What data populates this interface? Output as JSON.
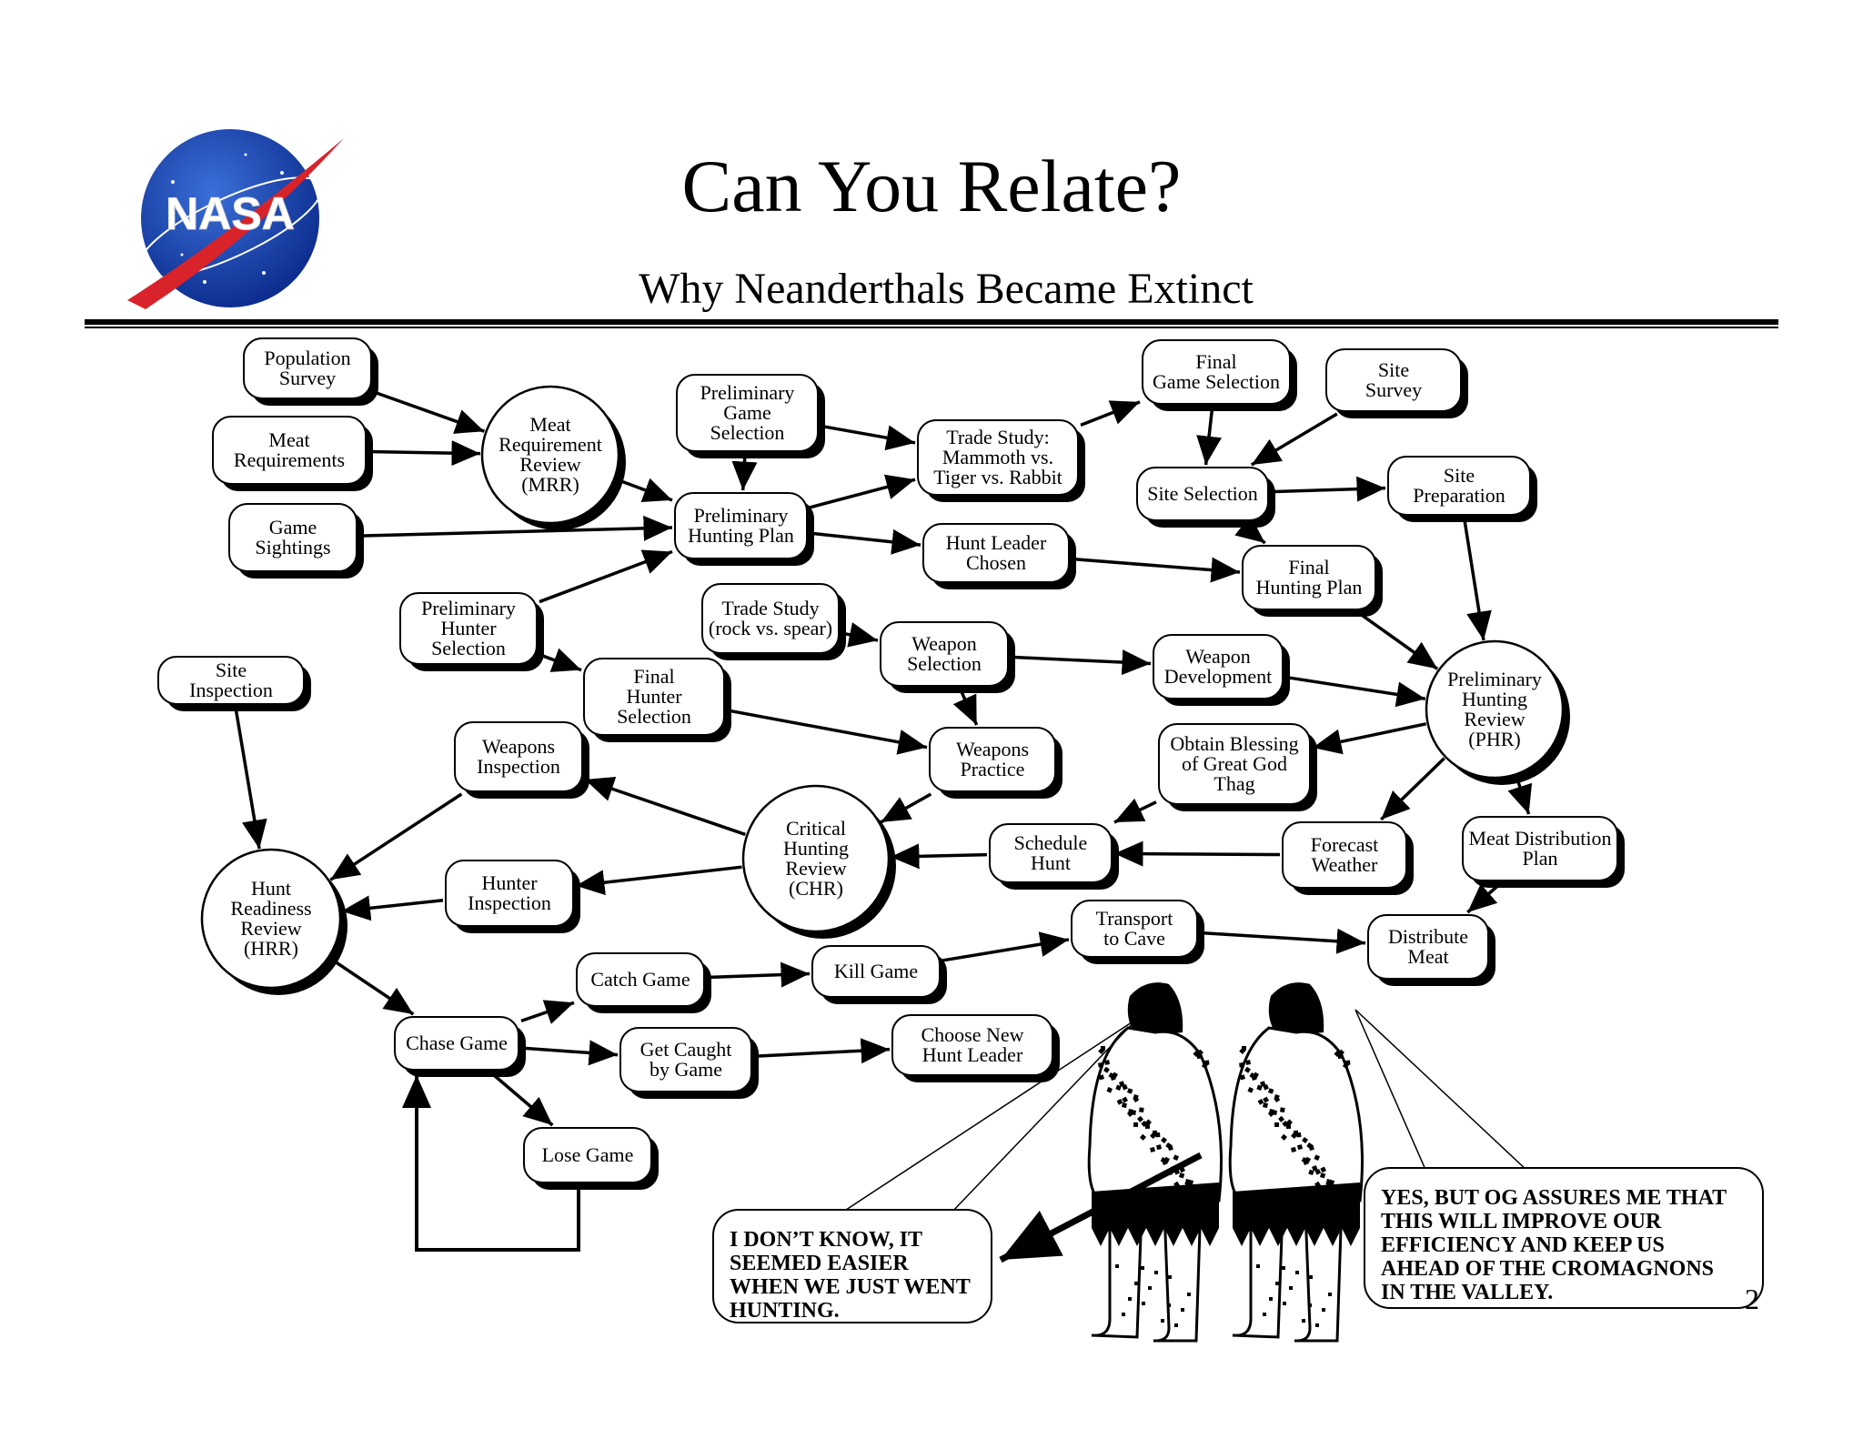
{
  "slide": {
    "title": "Can You Relate?",
    "subtitle": "Why Neanderthals Became Extinct",
    "logo_text": "NASA",
    "page_number": "2"
  },
  "nodes": {
    "population_survey": "Population\nSurvey",
    "meat_requirements": "Meat\nRequirements",
    "game_sightings": "Game\nSightings",
    "mrr": "Meat\nRequirement\nReview\n(MRR)",
    "prelim_game_selection": "Preliminary\nGame\nSelection",
    "prelim_hunting_plan": "Preliminary\nHunting Plan",
    "trade_study_mammoth": "Trade Study:\nMammoth vs.\nTiger vs. Rabbit",
    "final_game_selection": "Final\nGame Selection",
    "site_survey": "Site\nSurvey",
    "site_selection": "Site Selection",
    "site_preparation": "Site\nPreparation",
    "hunt_leader_chosen": "Hunt Leader\nChosen",
    "final_hunting_plan": "Final\nHunting Plan",
    "prelim_hunter_selection": "Preliminary\nHunter\nSelection",
    "trade_study_rock": "Trade Study\n(rock vs. spear)",
    "weapon_selection": "Weapon\nSelection",
    "weapon_development": "Weapon\nDevelopment",
    "phr": "Preliminary\nHunting\nReview\n(PHR)",
    "site_inspection": "Site\nInspection",
    "final_hunter_selection": "Final\nHunter\nSelection",
    "weapons_inspection": "Weapons\nInspection",
    "weapons_practice": "Weapons\nPractice",
    "obtain_blessing": "Obtain Blessing\nof Great God\nThag",
    "chr": "Critical\nHunting\nReview\n(CHR)",
    "schedule_hunt": "Schedule\nHunt",
    "forecast_weather": "Forecast\nWeather",
    "meat_distribution_plan": "Meat Distribution\nPlan",
    "hrr": "Hunt\nReadiness\nReview\n(HRR)",
    "hunter_inspection": "Hunter\nInspection",
    "transport_to_cave": "Transport\nto Cave",
    "distribute_meat": "Distribute\nMeat",
    "catch_game": "Catch Game",
    "kill_game": "Kill Game",
    "chase_game": "Chase Game",
    "get_caught": "Get Caught\nby Game",
    "choose_new_leader": "Choose New\nHunt Leader",
    "lose_game": "Lose Game"
  },
  "bubbles": {
    "left": "I DON’T KNOW, IT\nSEEMED EASIER\nWHEN WE JUST WENT\nHUNTING.",
    "right": "YES, BUT OG ASSURES ME THAT\nTHIS WILL IMPROVE OUR\nEFFICIENCY AND KEEP US\nAHEAD OF THE CROMAGNONS\nIN THE VALLEY."
  }
}
